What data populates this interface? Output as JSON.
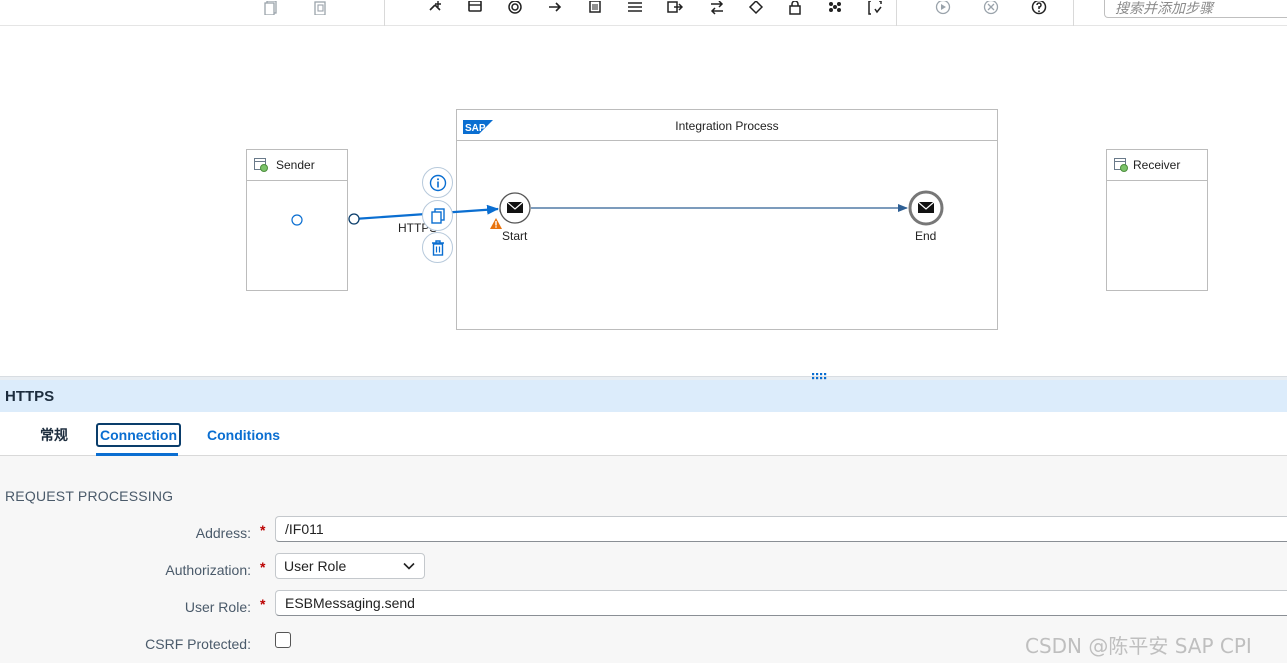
{
  "toolbar": {
    "search_placeholder": "搜索并添加步骤"
  },
  "canvas": {
    "sender_label": "Sender",
    "receiver_label": "Receiver",
    "process_title": "Integration Process",
    "start_label": "Start",
    "end_label": "End",
    "connection_label": "HTTPS"
  },
  "properties": {
    "title": "HTTPS",
    "tabs": {
      "general": "常规",
      "connection": "Connection",
      "conditions": "Conditions"
    },
    "section_title": "REQUEST PROCESSING",
    "fields": {
      "address_label": "Address:",
      "address_value": "/IF011",
      "authorization_label": "Authorization:",
      "authorization_value": "User Role",
      "user_role_label": "User Role:",
      "user_role_value": "ESBMessaging.send",
      "csrf_label": "CSRF Protected:",
      "required_mark": "*"
    }
  },
  "watermark": "CSDN @陈平安 SAP CPI",
  "colors": {
    "accent": "#0a6ed1",
    "title_bar": "#dcecfb",
    "required": "#bb0000",
    "warning": "#e9730c"
  }
}
